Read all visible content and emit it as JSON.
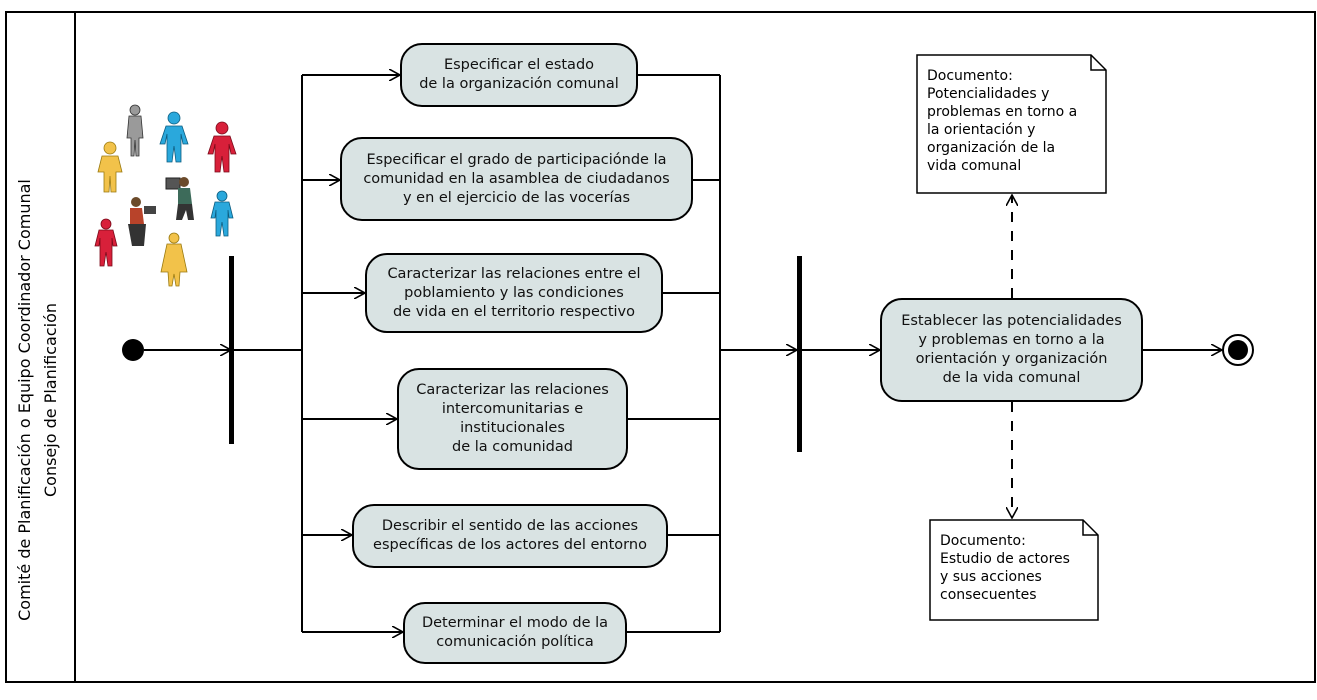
{
  "swimlane": {
    "line1": "Comité de Planificación o Equipo Coordinador Comunal",
    "line2": "Consejo de Planificación"
  },
  "activities": [
    "Especificar el estado\nde la organización comunal",
    "Especificar el grado de participaciónde la\ncomunidad en la asamblea de ciudadanos\ny en el ejercicio de las vocerías",
    "Caracterizar las relaciones entre el\npoblamiento y las condiciones\nde vida en el territorio respectivo",
    "Caracterizar las relaciones\nintercomunitarias e\ninstitucionales\nde la comunidad",
    "Describir el sentido de las acciones\nespecíficas de los actores del entorno",
    "Determinar el modo de la\ncomunicación política"
  ],
  "main_activity": "Establecer las potencialidades\ny problemas en torno a la\norientación y organización\nde la vida comunal",
  "notes": [
    "Documento:\nPotencialidades y\nproblemas en torno a\nla orientación y\norganización de la\nvida comunal",
    "Documento:\nEstudio de actores\ny sus acciones\nconsecuentes"
  ],
  "colors": {
    "activity_fill": "#d9e3e3",
    "actor_yellow": "#f2c24a",
    "actor_blue": "#2aa8dc",
    "actor_red": "#d8203a",
    "actor_gray": "#9a9a9a"
  }
}
